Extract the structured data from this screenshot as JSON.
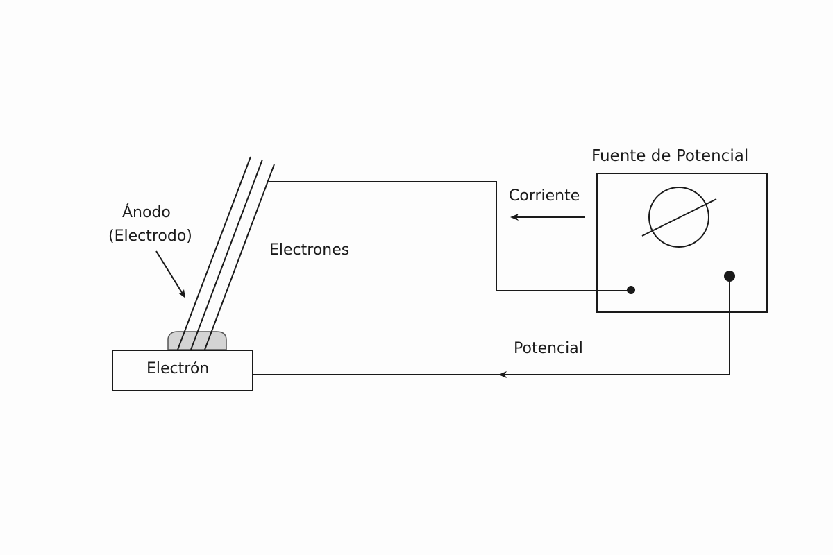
{
  "labels": {
    "anode": "Ánodo",
    "anode_sub": "(Electrodo)",
    "electrons": "Electrones",
    "electron_block": "Electrón",
    "current": "Corriente",
    "source_title": "Fuente de Potencial",
    "potential": "Potencial"
  },
  "colors": {
    "line": "#1a1a1a",
    "background": "#fdfdfd",
    "blob": "#d4d4d4"
  }
}
